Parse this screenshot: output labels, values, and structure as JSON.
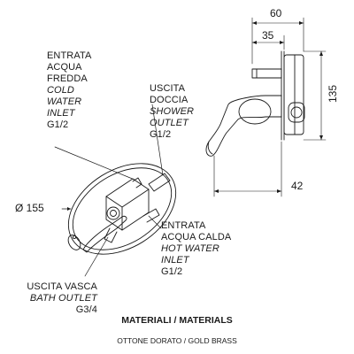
{
  "labels": {
    "cold_inlet": [
      "ENTRATA",
      "ACQUA",
      "FREDDA",
      "COLD",
      "WATER",
      "INLET",
      "G1/2"
    ],
    "shower_outlet": [
      "USCITA",
      "DOCCIA",
      "SHOWER",
      "OUTLET",
      "G1/2"
    ],
    "hot_inlet": [
      "ENTRATA",
      "ACQUA CALDA",
      "HOT WATER",
      "INLET",
      "G1/2"
    ],
    "bath_outlet": [
      "USCITA VASCA",
      "BATH OUTLET",
      "G3/4"
    ]
  },
  "dimensions": {
    "plate_diameter": "Ø 155",
    "depth_total": "60",
    "depth_body": "35",
    "height": "135",
    "projection": "42"
  },
  "materials": {
    "title": "MATERIALI / MATERIALS",
    "value": "OTTONE DORATO / GOLD BRASS"
  },
  "colors": {
    "line": "#1a1a1a",
    "background": "#ffffff"
  }
}
